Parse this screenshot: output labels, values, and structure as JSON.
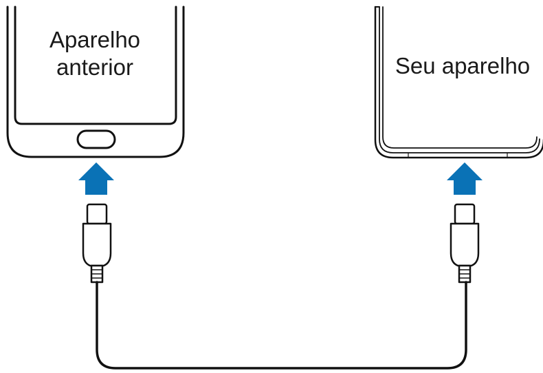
{
  "devices": {
    "old": {
      "label_line1": "Aparelho",
      "label_line2": "anterior",
      "icon": "phone-with-home-button-icon"
    },
    "new": {
      "label": "Seu aparelho",
      "icon": "bezel-less-phone-icon"
    }
  },
  "connection": {
    "cable_icon": "usb-c-cable-icon",
    "arrow_icon": "arrow-up-icon",
    "arrow_color": "#0a72b6",
    "outline_color": "#111111"
  }
}
